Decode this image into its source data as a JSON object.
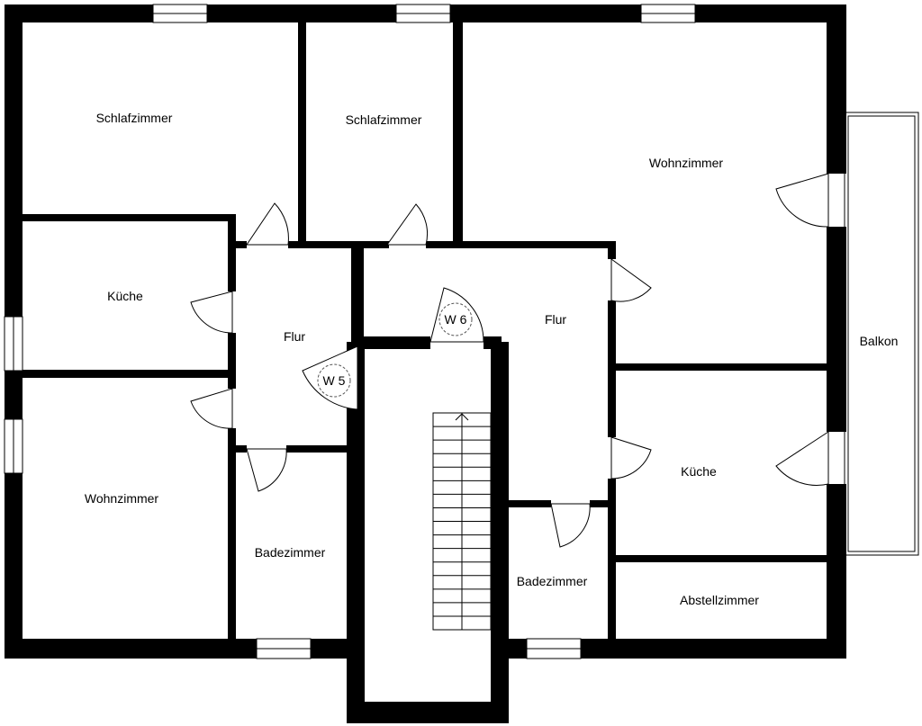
{
  "rooms": {
    "schlafzimmer_1": "Schlafzimmer",
    "schlafzimmer_2": "Schlafzimmer",
    "wohnzimmer_right": "Wohnzimmer",
    "kueche_left": "Küche",
    "flur_left": "Flur",
    "flur_right": "Flur",
    "wohnzimmer_left": "Wohnzimmer",
    "badezimmer_left": "Badezimmer",
    "badezimmer_right": "Badezimmer",
    "kueche_right": "Küche",
    "abstellzimmer": "Abstellzimmer",
    "balkon": "Balkon"
  },
  "unit_tags": {
    "w5": "W 5",
    "w6": "W 6"
  },
  "colors": {
    "wall": "#000000",
    "background": "#ffffff"
  }
}
